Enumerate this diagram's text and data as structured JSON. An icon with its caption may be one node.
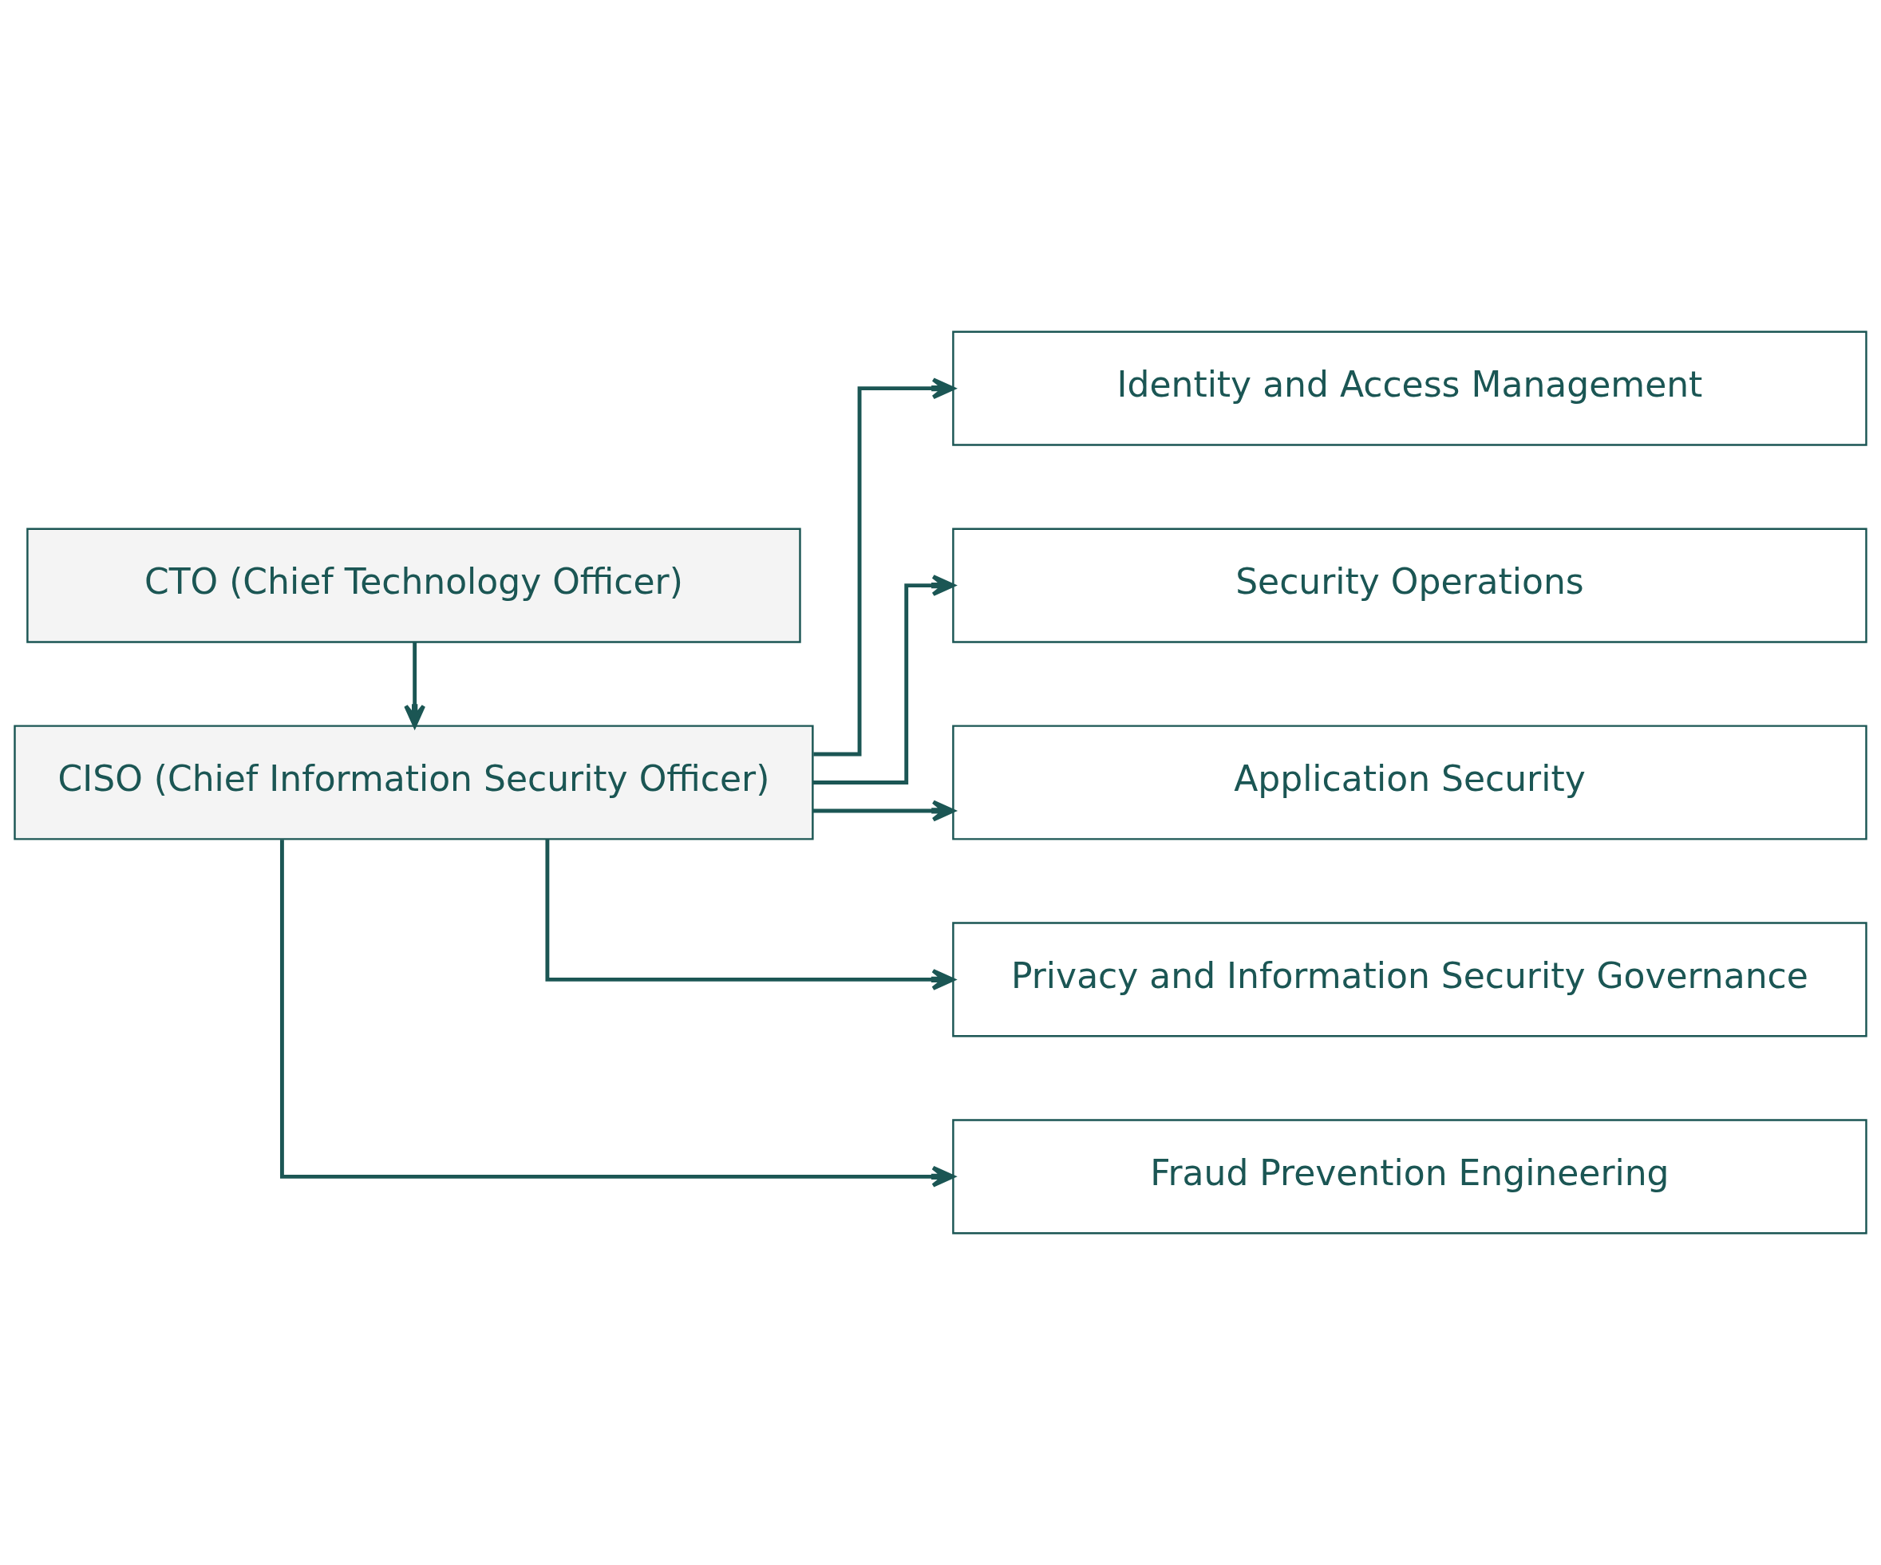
{
  "diagram": {
    "nodes": [
      {
        "text": [
          "CTO (Chief Technology Officer)"
        ]
      },
      {
        "text": [
          "CISO (Chief Information Security Officer)"
        ]
      },
      {
        "text": [
          "Identity and Access Management"
        ]
      },
      {
        "text": [
          "Security Operations"
        ]
      },
      {
        "text": [
          "Application Security"
        ]
      },
      {
        "text": [
          "Privacy and Information Security Governance"
        ]
      },
      {
        "text": [
          "Fraud Prevention Engineering"
        ]
      }
    ],
    "edges": [
      {
        "from": 0,
        "to": 1,
        "arrow": "to"
      },
      {
        "from": 1,
        "to": 2,
        "arrow": "to"
      },
      {
        "from": 1,
        "to": 3,
        "arrow": "to"
      },
      {
        "from": 1,
        "to": 4,
        "arrow": "to"
      },
      {
        "from": 1,
        "to": 5,
        "arrow": "to"
      },
      {
        "from": 1,
        "to": 6,
        "arrow": "to"
      }
    ]
  }
}
